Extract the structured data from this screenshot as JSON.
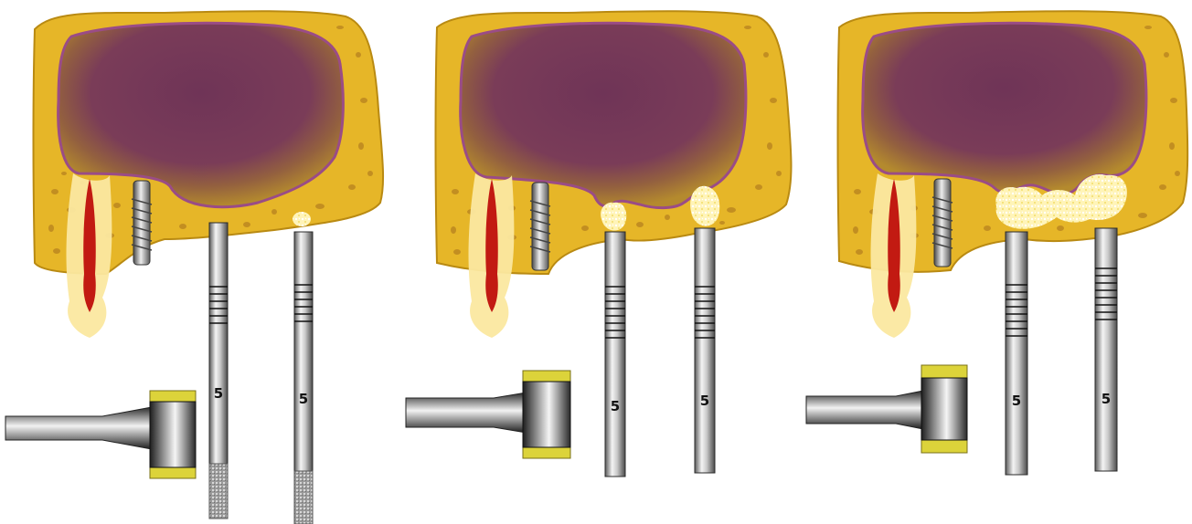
{
  "panels": [
    {
      "id": "panel-1",
      "instruments": [
        {
          "label": "5",
          "tip": "diamond"
        },
        {
          "label": "5",
          "tip": "diamond"
        }
      ]
    },
    {
      "id": "panel-2",
      "instruments": [
        {
          "label": "5",
          "tip": "flat"
        },
        {
          "label": "5",
          "tip": "flat"
        }
      ]
    },
    {
      "id": "panel-3",
      "instruments": [
        {
          "label": "5",
          "tip": "flat"
        },
        {
          "label": "5",
          "tip": "flat"
        }
      ]
    }
  ],
  "colors": {
    "bone": "#e6b628",
    "bone_edge": "#b98a12",
    "sinus": "#76365a",
    "membrane": "#9a4c86",
    "tooth": "#fbe8a0",
    "pulp": "#c21a12",
    "graft": "#fff3b0",
    "collar": "#dcd33a"
  }
}
